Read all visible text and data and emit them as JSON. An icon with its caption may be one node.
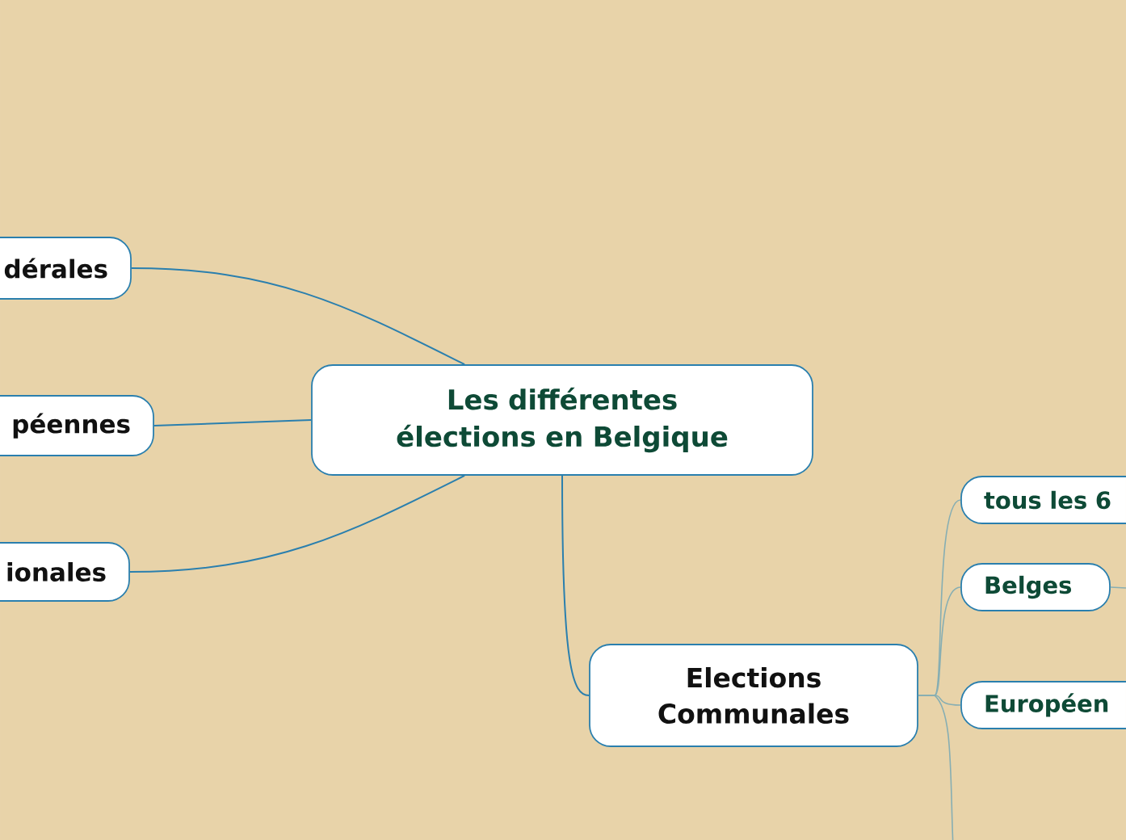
{
  "diagram": {
    "nodes": [
      {
        "text": [
          "Les différentes élections en Belgique"
        ]
      },
      {
        "text": [
          "dérales"
        ]
      },
      {
        "text": [
          "péennes"
        ]
      },
      {
        "text": [
          "ionales"
        ]
      },
      {
        "text": [
          "Elections Communales"
        ]
      },
      {
        "text": [
          "tous les 6"
        ]
      },
      {
        "text": [
          "Belges"
        ]
      },
      {
        "text": [
          "Européen"
        ]
      }
    ],
    "edges": [
      {
        "from": 0,
        "to": 1,
        "arrow": "none",
        "color": "#2a7fae"
      },
      {
        "from": 0,
        "to": 2,
        "arrow": "none",
        "color": "#2a7fae"
      },
      {
        "from": 0,
        "to": 3,
        "arrow": "none",
        "color": "#2a7fae"
      },
      {
        "from": 0,
        "to": 4,
        "arrow": "none",
        "color": "#2a7fae"
      },
      {
        "from": 4,
        "to": 5,
        "arrow": "none"
      },
      {
        "from": 4,
        "to": 6,
        "arrow": "none"
      },
      {
        "from": 4,
        "to": 7,
        "arrow": "none"
      },
      {
        "from": 6,
        "to": null,
        "arrow": "none"
      },
      {
        "from": 4,
        "to": null,
        "arrow": "none"
      }
    ]
  }
}
